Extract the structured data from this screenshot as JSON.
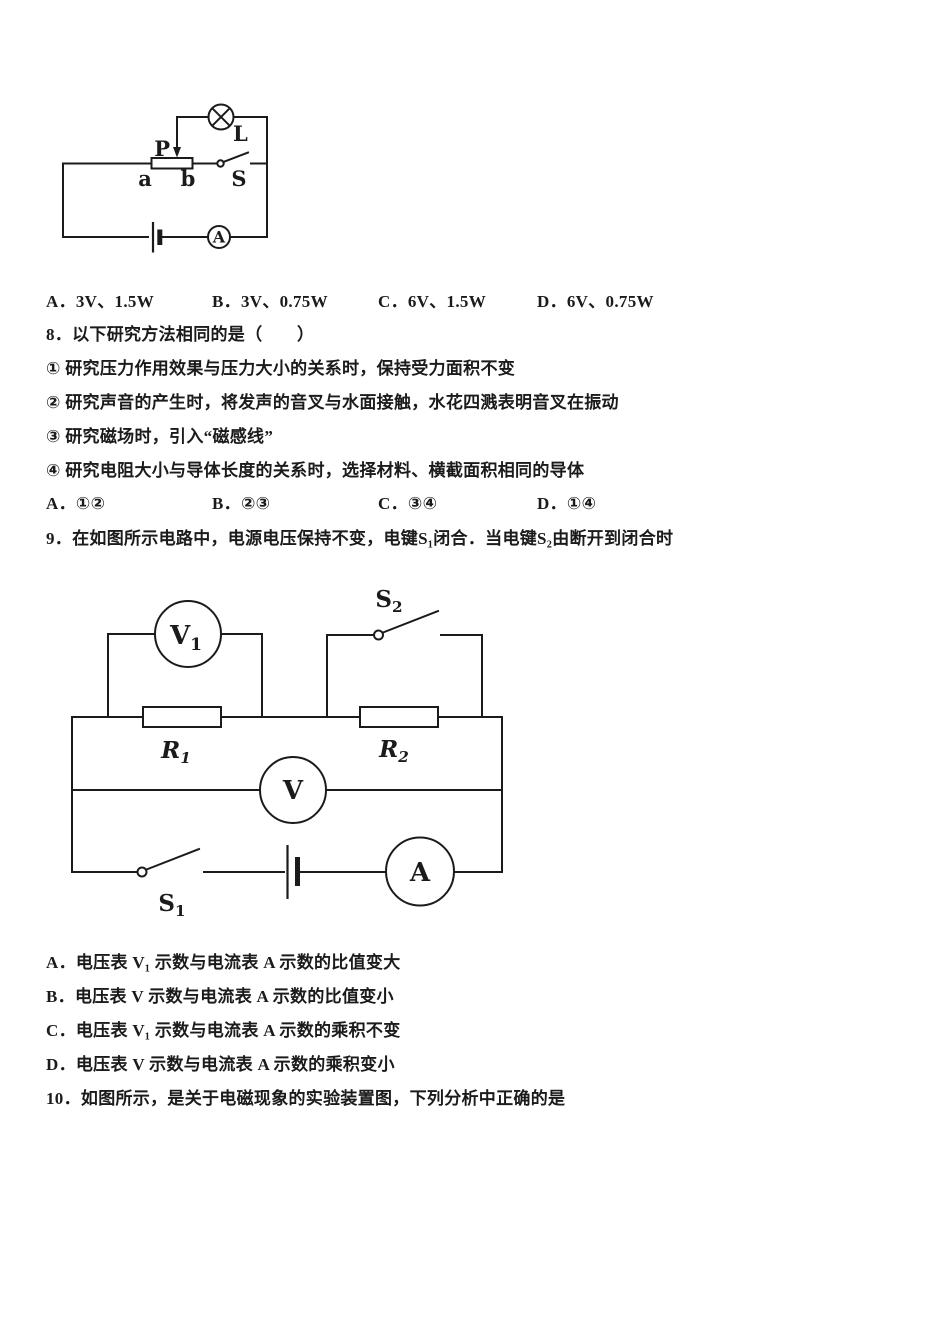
{
  "doc": {
    "background": "#ffffff",
    "ink": "#1b1b1b"
  },
  "q7": {
    "options": [
      "A．3V、1.5W",
      "B．3V、0.75W",
      "C．6V、1.5W",
      "D．6V、0.75W"
    ],
    "figure": {
      "lamp": "L",
      "pointer": "P",
      "terminal_a": "a",
      "terminal_b": "b",
      "switch": "S",
      "ammeter": "A"
    }
  },
  "q8": {
    "stem": "8．以下研究方法相同的是（　　）",
    "items": [
      "① 研究压力作用效果与压力大小的关系时，保持受力面积不变",
      "② 研究声音的产生时，将发声的音叉与水面接触，水花四溅表明音叉在振动",
      "③ 研究磁场时，引入“磁感线”",
      "④ 研究电阻大小与导体长度的关系时，选择材料、横截面积相同的导体"
    ],
    "options": [
      "A．①②",
      "B．②③",
      "C．③④",
      "D．①④"
    ]
  },
  "q9": {
    "stem": "9．在如图所示电路中，电源电压保持不变，电键S₁闭合．当电键S₂由断开到闭合时",
    "figure": {
      "voltmeter1": {
        "base": "V",
        "sub": "1"
      },
      "switch2": {
        "base": "S",
        "sub": "2"
      },
      "resistor1": {
        "base": "R",
        "sub": "1"
      },
      "resistor2": {
        "base": "R",
        "sub": "2"
      },
      "voltmeter": "V",
      "switch1": {
        "base": "S",
        "sub": "1"
      },
      "ammeter": "A"
    },
    "options": [
      "A．电压表 V₁ 示数与电流表 A 示数的比值变大",
      "B．电压表 V 示数与电流表 A 示数的比值变小",
      "C．电压表 V₁ 示数与电流表 A 示数的乘积不变",
      "D．电压表 V 示数与电流表 A 示数的乘积变小"
    ]
  },
  "q10": {
    "stem": "10．如图所示，是关于电磁现象的实验装置图，下列分析中正确的是"
  }
}
